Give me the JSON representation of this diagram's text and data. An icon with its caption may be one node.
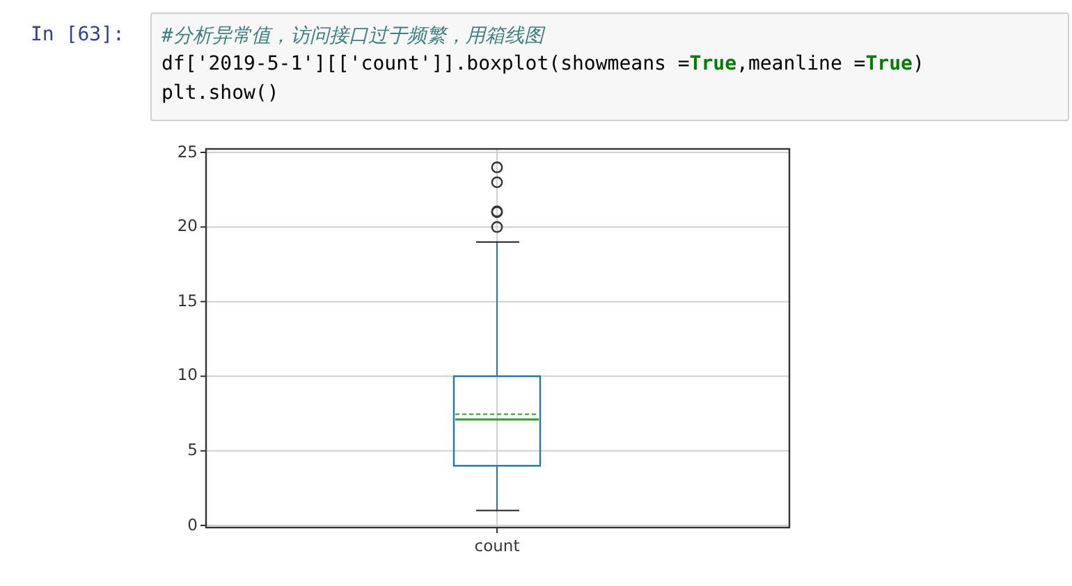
{
  "diagram": {
    "labels": [
      "In [63]:",
      "#分析异常值，访问接口过于频繁，用箱线图",
      "df['2019-5-1'][['count']].boxplot(showmeans =**True**,meanline =**True**)",
      "plt.show()",
      "25",
      "20",
      "15",
      "10",
      "5",
      "0",
      "count"
    ]
  }
}
